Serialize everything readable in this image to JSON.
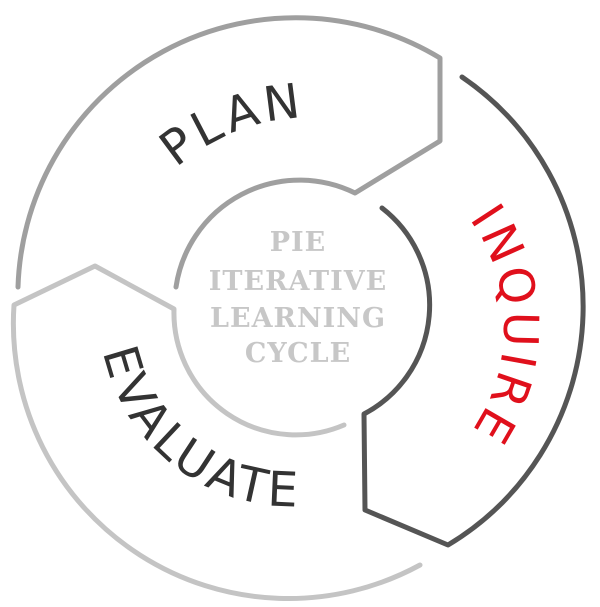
{
  "center": {
    "lines": [
      "PIE",
      "ITERATIVE",
      "LEARNING",
      "CYCLE"
    ]
  },
  "stages": {
    "plan": {
      "label": "PLAN",
      "color": "#333333",
      "outline": "#9f9f9f"
    },
    "inquire": {
      "label": "INQUIRE",
      "color": "#e0101c",
      "outline": "#555555"
    },
    "evaluate": {
      "label": "EVALUATE",
      "color": "#333333",
      "outline": "#c4c4c4"
    }
  }
}
